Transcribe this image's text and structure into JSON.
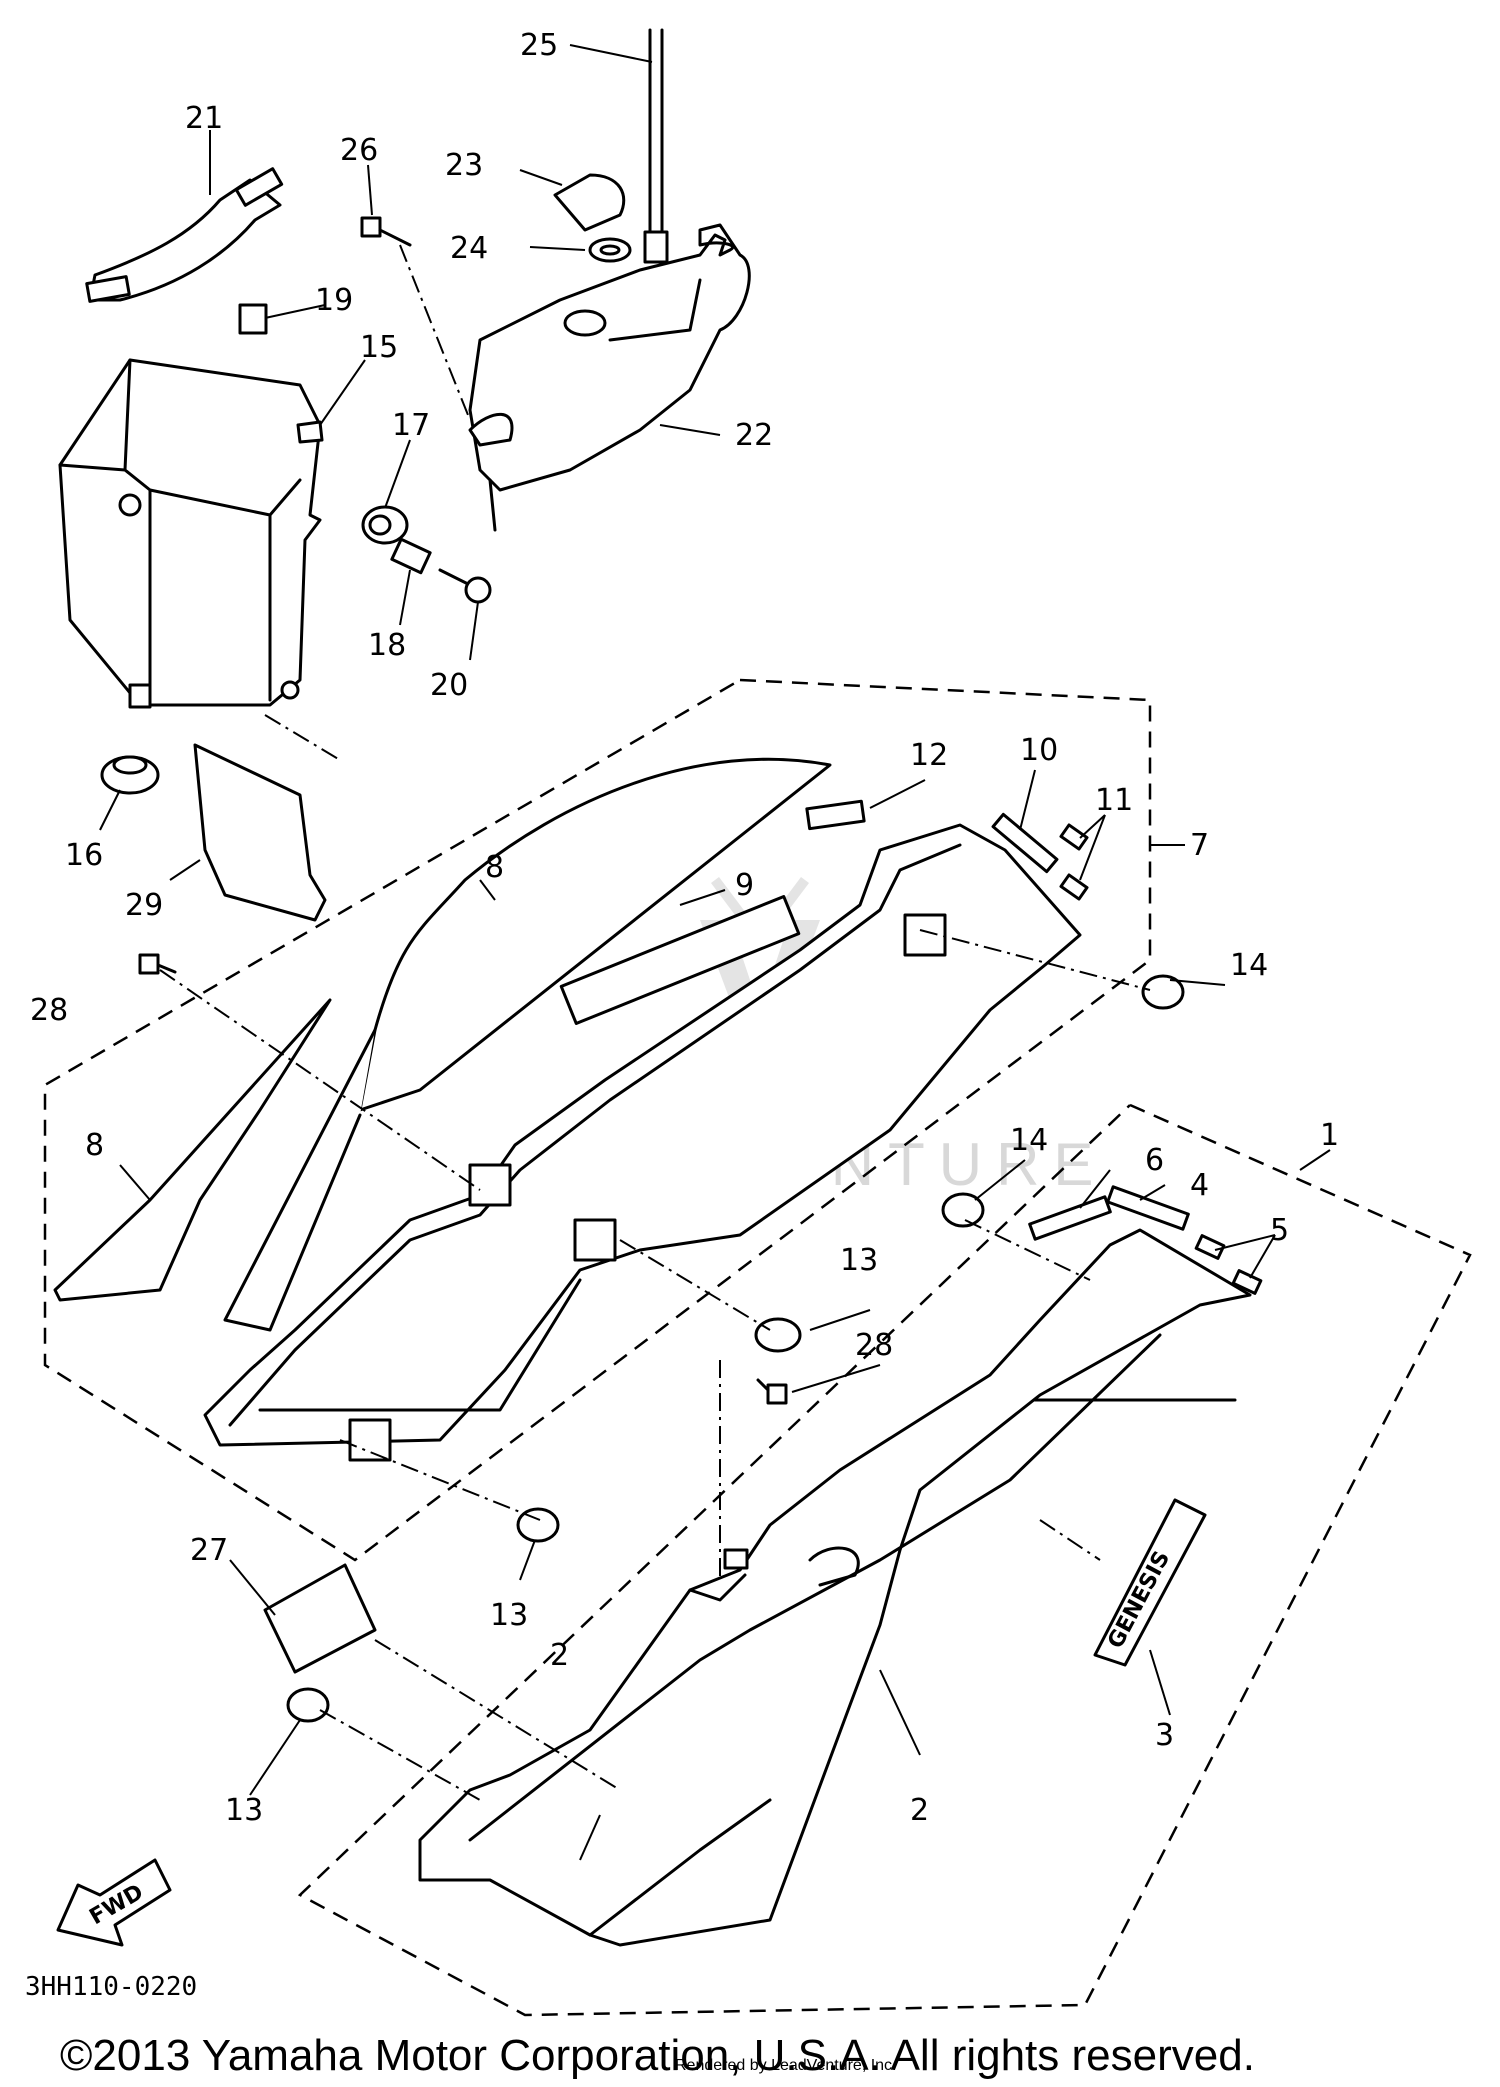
{
  "diagram": {
    "reference_code": "3HH110-0220",
    "forward_label": "FWD",
    "decal_text": "GENESIS",
    "watermark": "LEADVENTURE",
    "credit": "Rendered by LeadVenture, Inc.",
    "copyright": "©2013 Yamaha Motor Corporation, U.S.A. All rights reserved.",
    "callouts": {
      "c1": "1",
      "c2a": "2",
      "c2b": "2",
      "c3": "3",
      "c4": "4",
      "c5": "5",
      "c6": "6",
      "c7": "7",
      "c8a": "8",
      "c8b": "8",
      "c9": "9",
      "c10": "10",
      "c11": "11",
      "c12": "12",
      "c13a": "13",
      "c13b": "13",
      "c13c": "13",
      "c14a": "14",
      "c14b": "14",
      "c15": "15",
      "c16": "16",
      "c17": "17",
      "c18": "18",
      "c19": "19",
      "c20": "20",
      "c21": "21",
      "c22": "22",
      "c23": "23",
      "c24": "24",
      "c25": "25",
      "c26": "26",
      "c27": "27",
      "c28a": "28",
      "c28b": "28",
      "c29": "29"
    }
  }
}
